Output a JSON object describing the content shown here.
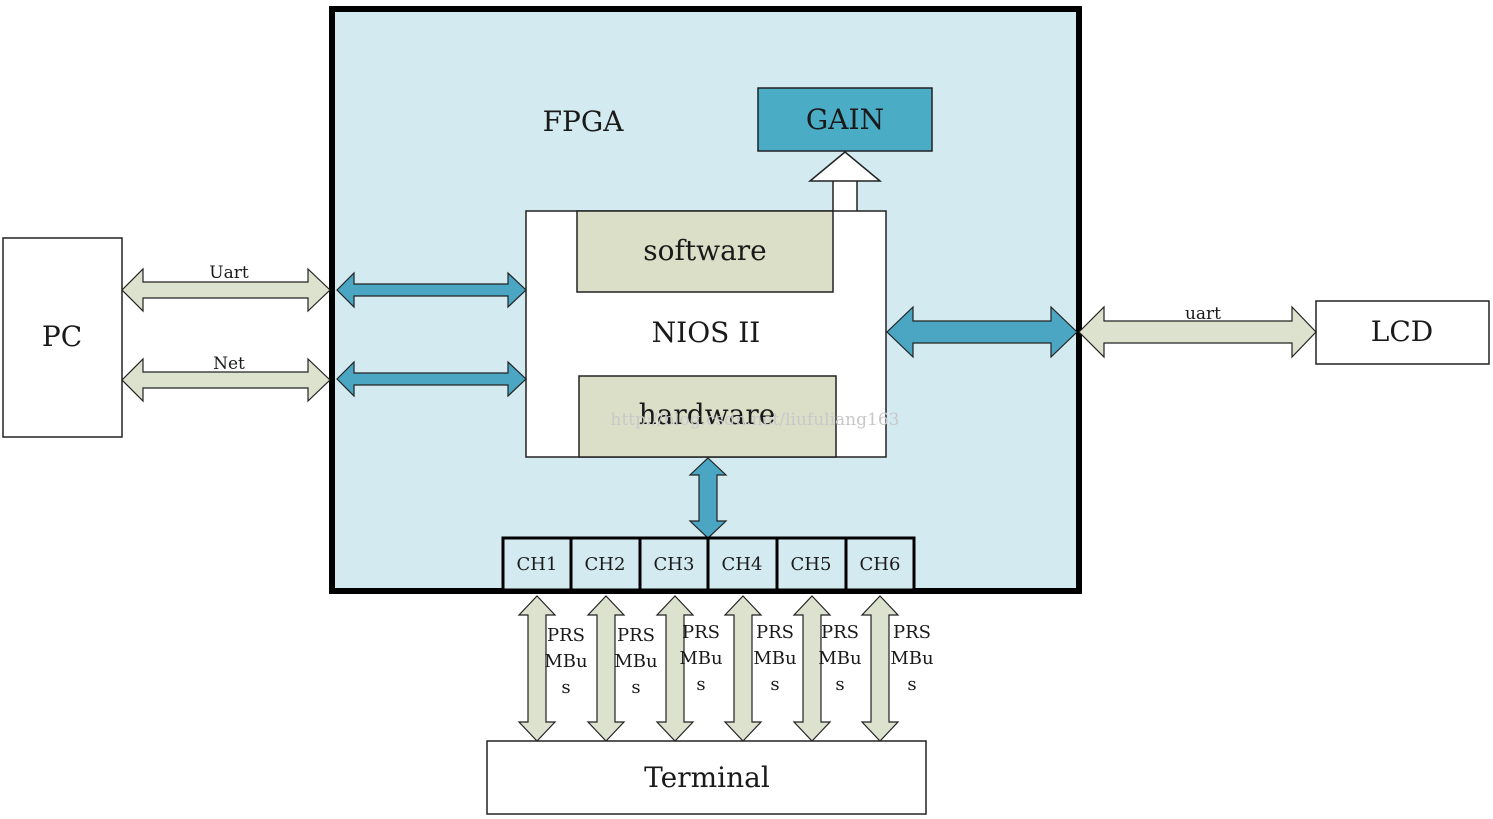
{
  "fpga": {
    "label": "FPGA"
  },
  "gain": {
    "label": "GAIN"
  },
  "nios": {
    "label": "NIOS II",
    "software": "software",
    "hardware": "hardware"
  },
  "pc": {
    "label": "PC",
    "uart_link": "Uart",
    "net_link": "Net"
  },
  "lcd": {
    "label": "LCD",
    "link": "uart"
  },
  "channels": [
    "CH1",
    "CH2",
    "CH3",
    "CH4",
    "CH5",
    "CH6"
  ],
  "bus_label": [
    "PRS",
    "MBu",
    "s"
  ],
  "terminal": {
    "label": "Terminal"
  },
  "watermark": "http://blog.csdn.net/liufuliang163",
  "colors": {
    "fpga_fill": "#d3eaf0",
    "gain_fill": "#4bacc6",
    "block_fill": "#dcdfc8",
    "teal_arrow": "#4aa6c2",
    "beige_arrow": "#dde2cf"
  }
}
